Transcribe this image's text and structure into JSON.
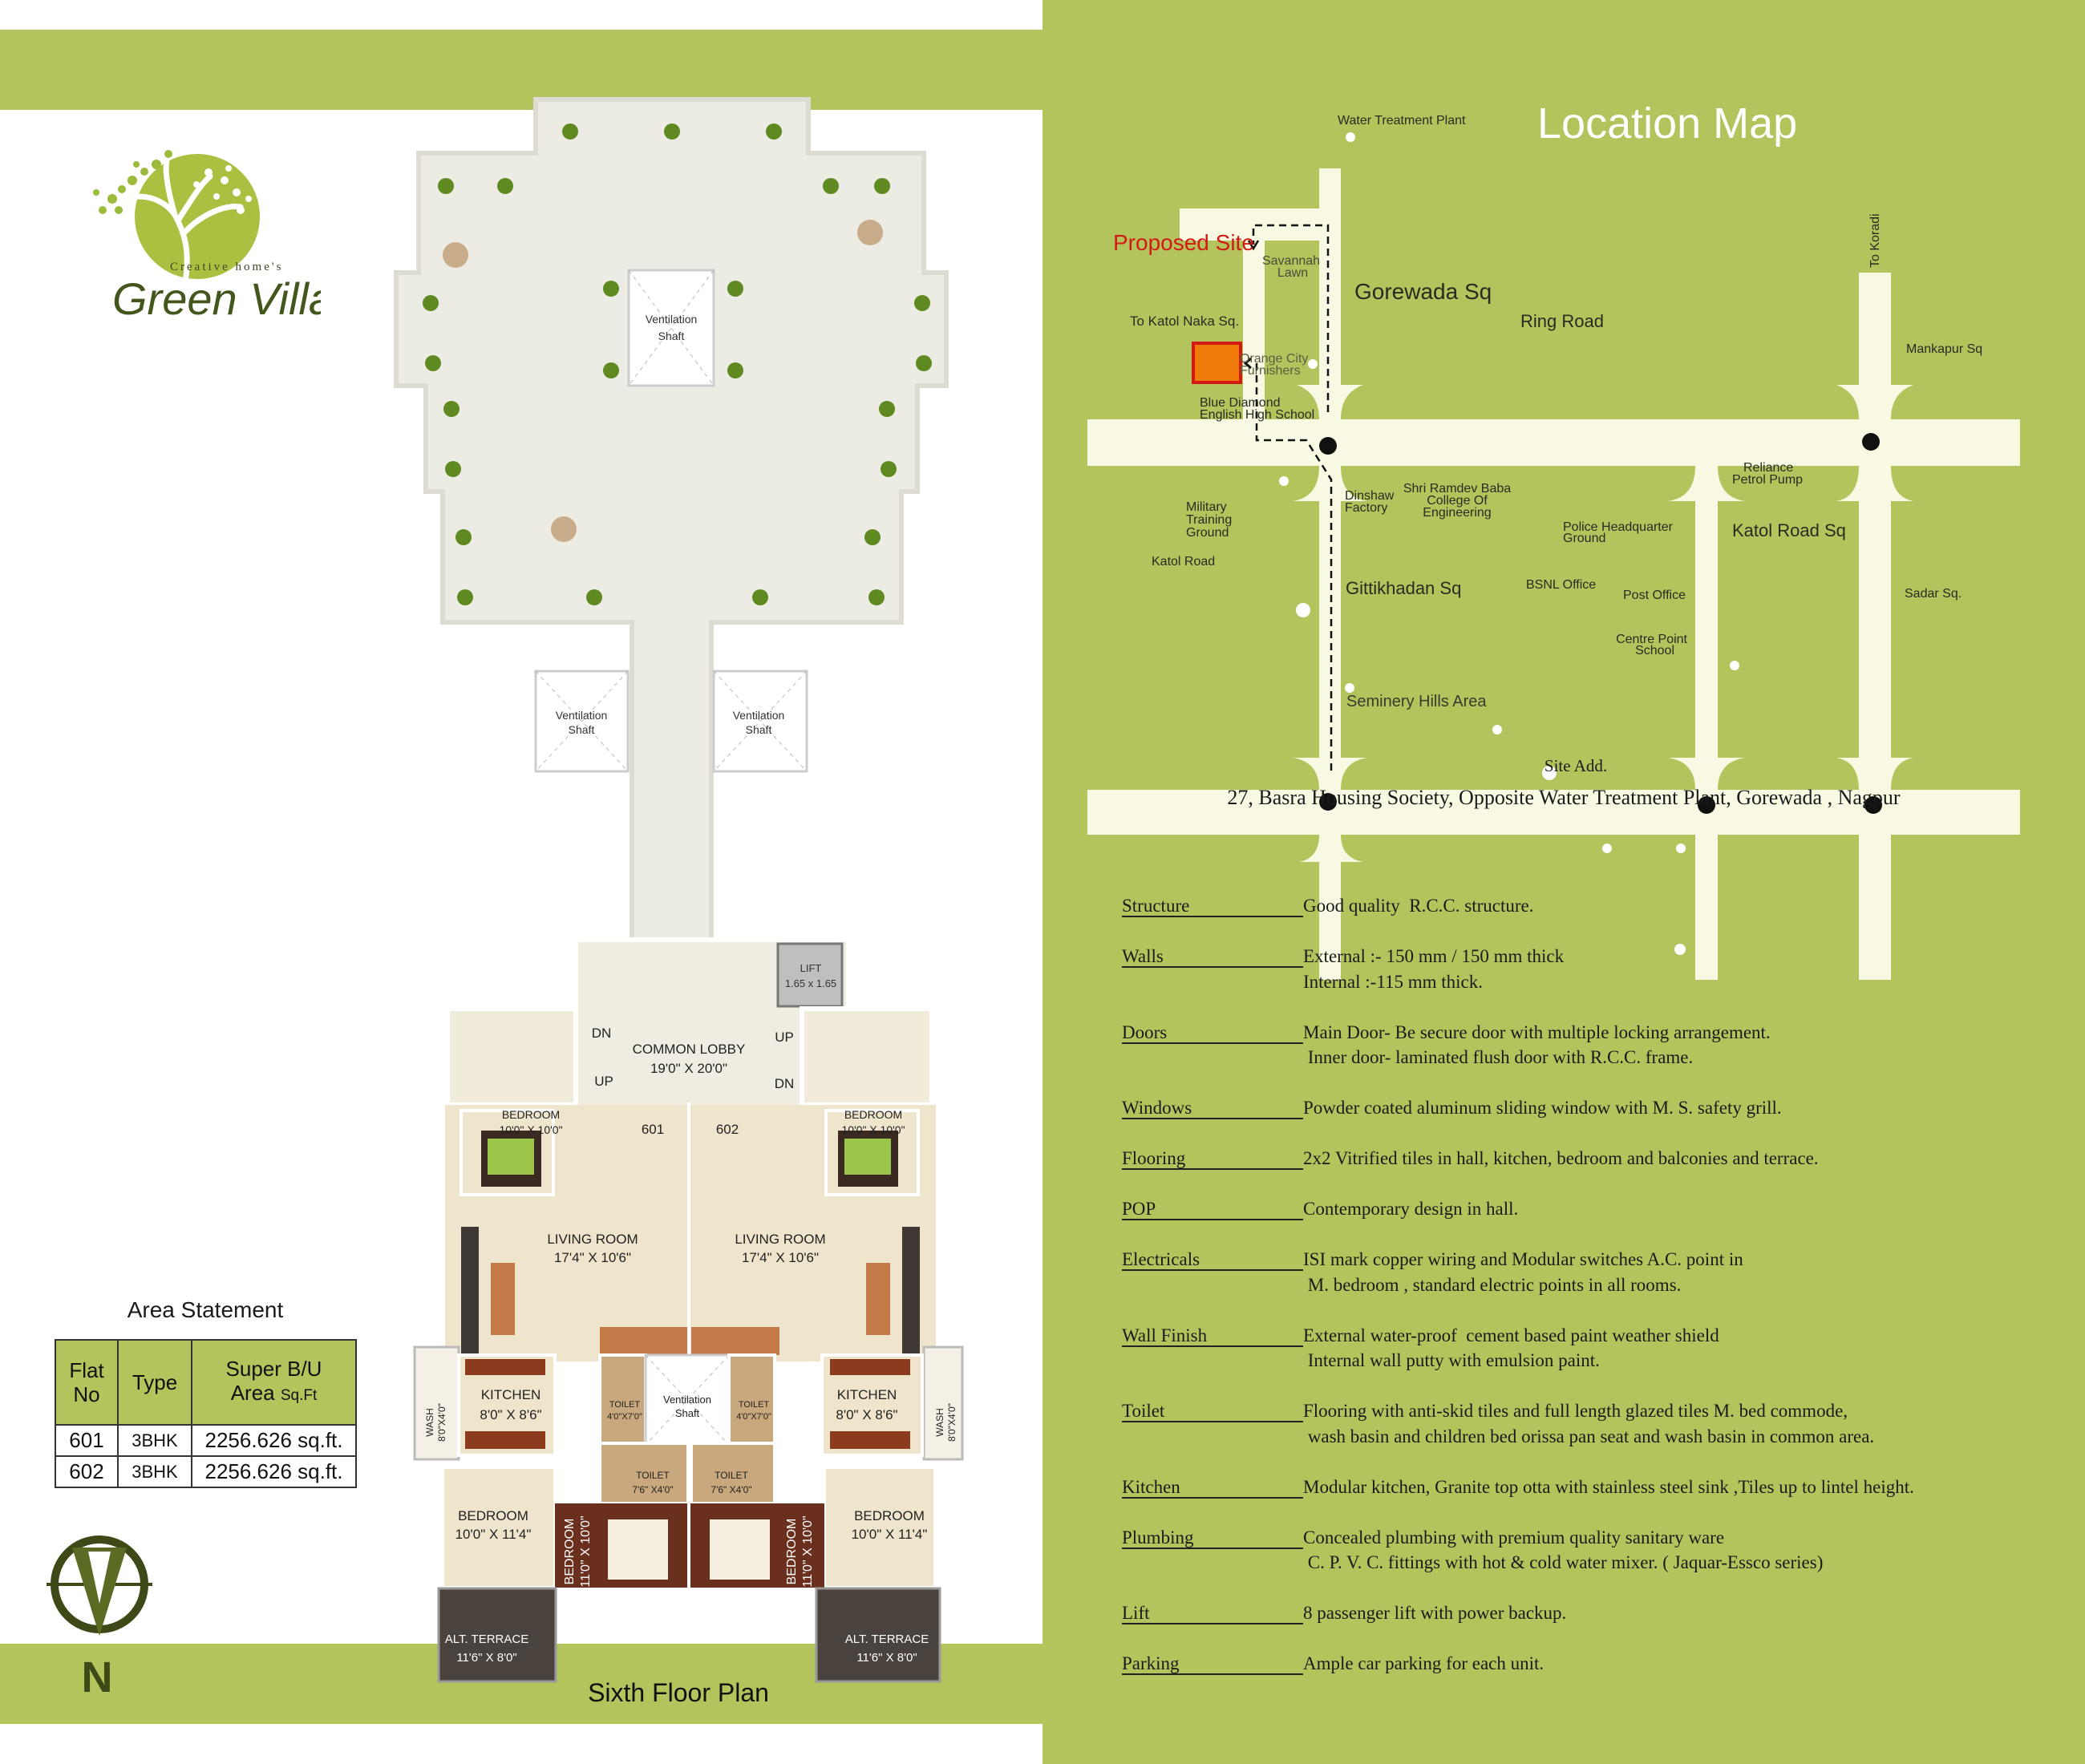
{
  "logo": {
    "tagline": "Creative home's",
    "name": "Green Villa"
  },
  "colors": {
    "brand_green": "#b4c45c",
    "road": "#f8f8e3",
    "proposed_site": "#f07b0a",
    "proposed_site_border": "#d21a14"
  },
  "floor_plan": {
    "title": "Sixth Floor Plan",
    "ventilation_shaft": [
      "Ventilation",
      "Shaft"
    ],
    "lift": [
      "LIFT",
      "1.65 x 1.65"
    ],
    "stairs": {
      "dn": "DN",
      "up": "UP"
    },
    "common_lobby": [
      "COMMON LOBBY",
      "19'0\" X 20'0\""
    ],
    "flats": [
      "601",
      "602"
    ],
    "bedroom_small": [
      "BEDROOM",
      "10'0\" X 10'0\""
    ],
    "living_room": [
      "LIVING ROOM",
      "17'4\" X 10'6\""
    ],
    "kitchen": [
      "KITCHEN",
      "8'0\" X 8'6\""
    ],
    "wash": [
      "WASH",
      "8'0\"X4'0\""
    ],
    "toilet_small": [
      "TOILET",
      "4'0\"X7'0\""
    ],
    "toilet": [
      "TOILET",
      "7'6\" X4'0\""
    ],
    "bedroom_side": [
      "BEDROOM",
      "10'0\" X 11'4\""
    ],
    "bedroom_master": [
      "BEDROOM",
      "11'0\" X 10'0\""
    ],
    "alt_terrace": [
      "ALT. TERRACE",
      "11'6\" X 8'0\""
    ]
  },
  "area_statement": {
    "title": "Area Statement",
    "headers": {
      "flat_no": [
        "Flat",
        "No"
      ],
      "type": "Type",
      "area": [
        "Super B/U",
        "Area"
      ],
      "area_unit": "Sq.Ft"
    },
    "rows": [
      {
        "flat": "601",
        "type": "3BHK",
        "area": "2256.626 sq.ft."
      },
      {
        "flat": "602",
        "type": "3BHK",
        "area": "2256.626 sq.ft."
      }
    ]
  },
  "north": "N",
  "map": {
    "title": "Location Map",
    "proposed_site": "Proposed Site",
    "labels": {
      "water_treatment": "Water Treatment Plant",
      "savannah": [
        "Savannah",
        "Lawn"
      ],
      "gorewada_sq": "Gorewada Sq",
      "to_katol_naka": "To Katol Naka Sq.",
      "ring_road": "Ring Road",
      "to_koradi": "To Koradi",
      "mankapur_sq": "Mankapur Sq",
      "orange_city": [
        "Orange City",
        "Furnishers"
      ],
      "blue_diamond": [
        "Blue Diamond",
        "English High School"
      ],
      "dinshaw": [
        "Dinshaw",
        "Factory"
      ],
      "ramdev": [
        "Shri Ramdev Baba",
        "College Of",
        "Engineering"
      ],
      "military": [
        "Military",
        "Training",
        "Ground"
      ],
      "police": [
        "Police Headquarter",
        "Ground"
      ],
      "reliance": [
        "Reliance",
        "Petrol Pump"
      ],
      "katol_road_sq": "Katol Road Sq",
      "katol_road": "Katol Road",
      "gittikhadan_sq": "Gittikhadan Sq",
      "bsnl": "BSNL Office",
      "post_office": "Post Office",
      "sadar_sq": "Sadar Sq.",
      "centre_point": [
        "Centre Point",
        "School"
      ],
      "seminery_hills": "Seminery Hills Area"
    }
  },
  "site": {
    "label": "Site Add.",
    "address": "27, Basra Housing Society,  Opposite Water Treatment Plant, Gorewada , Nagpur"
  },
  "specifications": [
    {
      "label": "Structure",
      "lines": [
        "Good quality  R.C.C. structure."
      ]
    },
    {
      "label": "Walls",
      "lines": [
        "External :- 150 mm / 150 mm thick",
        "Internal :-115 mm thick."
      ]
    },
    {
      "label": "Doors",
      "lines": [
        "Main Door- Be secure door with multiple locking arrangement.",
        " Inner door- laminated flush door with R.C.C. frame."
      ]
    },
    {
      "label": "Windows",
      "lines": [
        "Powder coated aluminum sliding window with M. S. safety grill."
      ]
    },
    {
      "label": "Flooring",
      "lines": [
        "2x2 Vitrified tiles in hall, kitchen, bedroom and balconies and terrace."
      ]
    },
    {
      "label": "POP",
      "lines": [
        "Contemporary design in hall."
      ]
    },
    {
      "label": "Electricals",
      "lines": [
        "ISI mark copper wiring and Modular switches A.C. point in",
        " M. bedroom , standard electric points in all rooms."
      ]
    },
    {
      "label": "Wall Finish",
      "lines": [
        "External water-proof  cement based paint weather shield",
        " Internal wall putty with emulsion paint."
      ]
    },
    {
      "label": "Toilet",
      "lines": [
        "Flooring with anti-skid tiles and full length glazed tiles M. bed commode,",
        " wash basin and children bed orissa pan seat and wash basin in common area."
      ]
    },
    {
      "label": "Kitchen",
      "lines": [
        "Modular kitchen, Granite top otta with stainless steel sink ,Tiles up to lintel height."
      ]
    },
    {
      "label": "Plumbing",
      "lines": [
        "Concealed plumbing with premium quality sanitary ware",
        " C. P. V. C. fittings with hot & cold water mixer. ( Jaquar-Essco series)"
      ]
    },
    {
      "label": "Lift",
      "lines": [
        "8 passenger lift with power backup."
      ]
    },
    {
      "label": "Parking",
      "lines": [
        "Ample car parking for each unit."
      ]
    }
  ]
}
